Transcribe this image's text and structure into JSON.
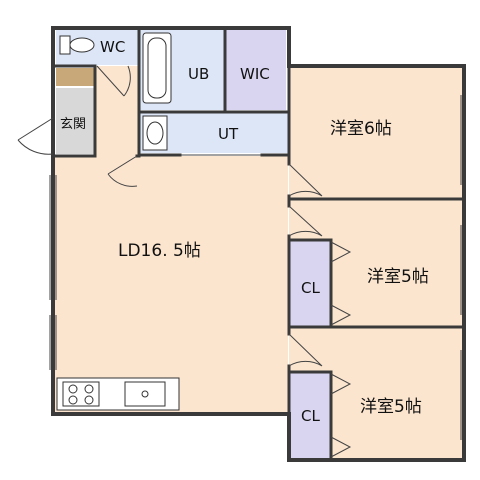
{
  "colors": {
    "wall": "#3a3a3a",
    "room_floor": "#fbe5cf",
    "wet_area": "#dde6f7",
    "closet": "#d9d4ef",
    "entrance": "#d8d8d8",
    "shoe_rack": "#c8a878",
    "door_line": "#444444"
  },
  "rooms": {
    "wc": "WC",
    "ub": "UB",
    "wic": "WIC",
    "ut": "UT",
    "entrance": "玄関",
    "ld": "LD16. 5帖",
    "west_room_6": "洋室6帖",
    "west_room_5_upper": "洋室5帖",
    "west_room_5_lower": "洋室5帖",
    "cl_upper": "CL",
    "cl_lower": "CL"
  },
  "icons": {
    "toilet": "toilet-icon",
    "bathtub": "bathtub-icon",
    "washbasin": "washbasin-icon",
    "stove": "stove-icon",
    "sink": "sink-icon"
  }
}
